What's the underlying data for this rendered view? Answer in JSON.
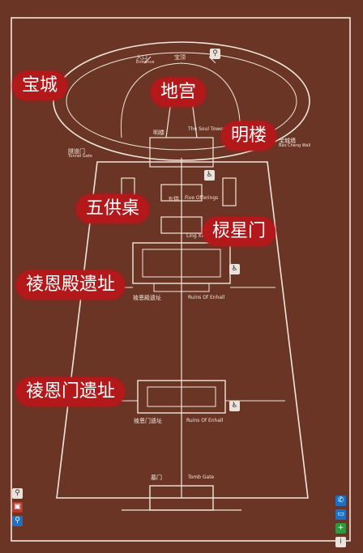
{
  "red_labels": {
    "baocheng": "宝城",
    "digong": "地宫",
    "minglou": "明楼",
    "wugongzhuo": "五供桌",
    "lingxingmen": "棂星门",
    "lingendian": "祾恩殿遗址",
    "lingenmen": "祾恩门遗址"
  },
  "map_labels": {
    "entrance_cn": "入口",
    "entrance_en": "Entrance",
    "baoding": "宝顶",
    "soul_tower_cn": "明楼",
    "soul_tower_en": "The Soul Tower",
    "tunnel_gate_cn": "隧道门",
    "tunnel_gate_en": "Tunnel Gate",
    "bao_wall_cn": "宝城墙",
    "bao_wall_en": "Bao Cheng Wall",
    "five_offerings_cn": "五供",
    "five_offerings_en": "Five Offerings",
    "lingxing_en": "Ling Xing Gate",
    "enhall_cn": "祾恩殿遗址",
    "enhall_en": "Ruins Of Enhall",
    "engate_cn": "祾恩门遗址",
    "engate_en": "Ruins Of Enhall",
    "tomb_gate_cn": "墓门",
    "tomb_gate_en": "Tomb Gate"
  },
  "icons": {
    "toilet": "toilet-icon",
    "accessible": "wheelchair-icon",
    "phone": "phone-icon",
    "first_aid": "first-aid-icon"
  },
  "colors": {
    "board": "#6b3526",
    "lines": "#f1e6dc",
    "label_bg": "#b3191b"
  }
}
